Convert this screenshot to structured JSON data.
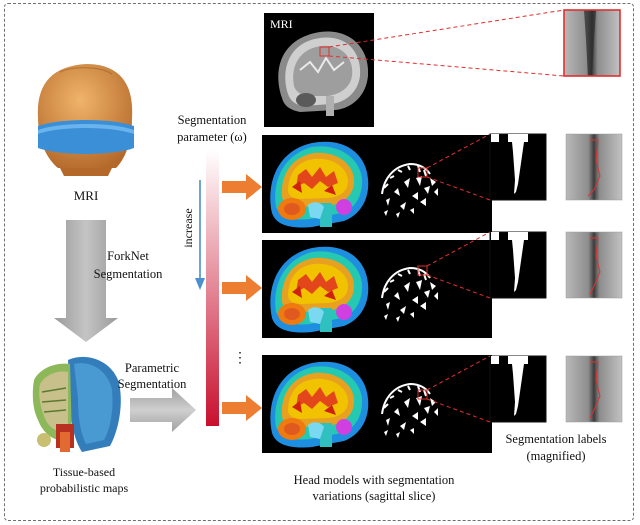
{
  "left_column": {
    "mri_label": "MRI",
    "forknet_line1": "ForkNet",
    "forknet_line2": "Segmentation",
    "parametric_line1": "Parametric",
    "parametric_line2": "Segmentation",
    "maps_line1": "Tissue-based",
    "maps_line2": "probabilistic maps"
  },
  "parameter": {
    "line1": "Segmentation",
    "line2": "parameter (ω)",
    "increase_label": "increase",
    "ellipsis": "⋮"
  },
  "top_panel": {
    "label": "MRI"
  },
  "head_models": {
    "caption_line1": "Head models with segmentation",
    "caption_line2": "variations (sagittal slice)"
  },
  "labels": {
    "caption_line1": "Segmentation labels",
    "caption_line2": "(magnified)"
  },
  "colors": {
    "arrow_orange": "#ec7d31",
    "gradient_red": "#c8102e",
    "increase_arrow": "#4a90d0",
    "skull": "#d08a3a",
    "band": "#3a8fd6",
    "callout": "#e03030"
  }
}
